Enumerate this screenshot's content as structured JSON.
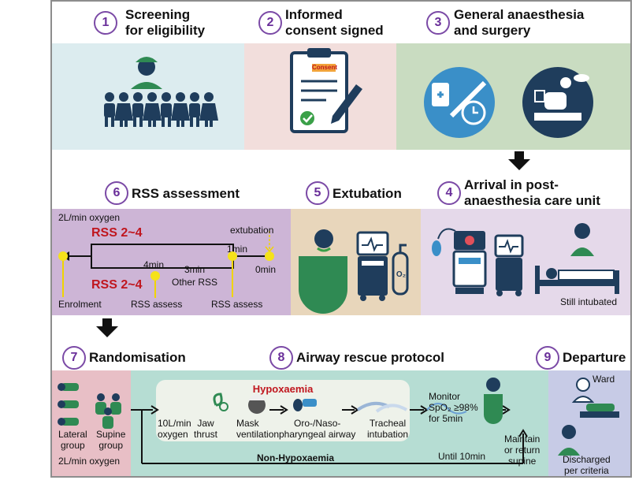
{
  "steps": {
    "s1": {
      "num": "1",
      "title": "Screening\nfor eligibility"
    },
    "s2": {
      "num": "2",
      "title": "Informed\nconsent signed"
    },
    "s3": {
      "num": "3",
      "title": "General anaesthesia\nand surgery"
    },
    "s4": {
      "num": "4",
      "title": "Arrival in post-\nanaesthesia care unit"
    },
    "s5": {
      "num": "5",
      "title": "Extubation"
    },
    "s6": {
      "num": "6",
      "title": "RSS assessment"
    },
    "s7": {
      "num": "7",
      "title": "Randomisation"
    },
    "s8": {
      "num": "8",
      "title": "Airway rescue protocol"
    },
    "s9": {
      "num": "9",
      "title": "Departure"
    }
  },
  "panel2": {
    "consent_label": "Consent"
  },
  "panel4": {
    "caption": "Still intubated"
  },
  "panel5": {
    "o2_label": "O₂"
  },
  "rss": {
    "oxygen": "2L/min oxygen",
    "rss_top": "RSS 2~4",
    "rss_bottom": "RSS 2~4",
    "extubation": "extubation",
    "t1": "1min",
    "t0": "0min",
    "t4": "4min",
    "t3": "3min",
    "other": "Other RSS",
    "enrolment": "Enrolment",
    "assess1": "RSS assess",
    "assess2": "RSS assess"
  },
  "randomisation": {
    "lateral": "Lateral\ngroup",
    "supine": "Supine\ngroup",
    "oxygen": "2L/min oxygen"
  },
  "rescue": {
    "hypox": "Hypoxaemia",
    "oxygen_step": "10L/min\noxygen",
    "jaw_step": "Jaw\nthrust",
    "mask_step": "Mask\nventilation",
    "oro_step": "Oro-/Naso-\npharyngeal airway",
    "tracheal_step": "Tracheal\nintubation",
    "monitor": "Monitor\nSpO₂ ≥98%\nfor 5min",
    "maintain": "Maintain\nor return\nsupine",
    "nonhypox": "Non-Hypoxaemia",
    "until": "Until 10min"
  },
  "departure": {
    "ward": "Ward",
    "discharged": "Discharged\nper criteria"
  },
  "colors": {
    "p1": "#dcecef",
    "p2": "#f2dedc",
    "p3": "#c9dcc1",
    "p4": "#e5d9ea",
    "p5": "#e8d6bb",
    "p6": "#cdb5d6",
    "p7": "#e8bfc6",
    "p8": "#b6ddd3",
    "p9": "#c7cbe6",
    "navy": "#1f3d5c",
    "green": "#2f8a53",
    "accent": "#7b4aa6"
  }
}
